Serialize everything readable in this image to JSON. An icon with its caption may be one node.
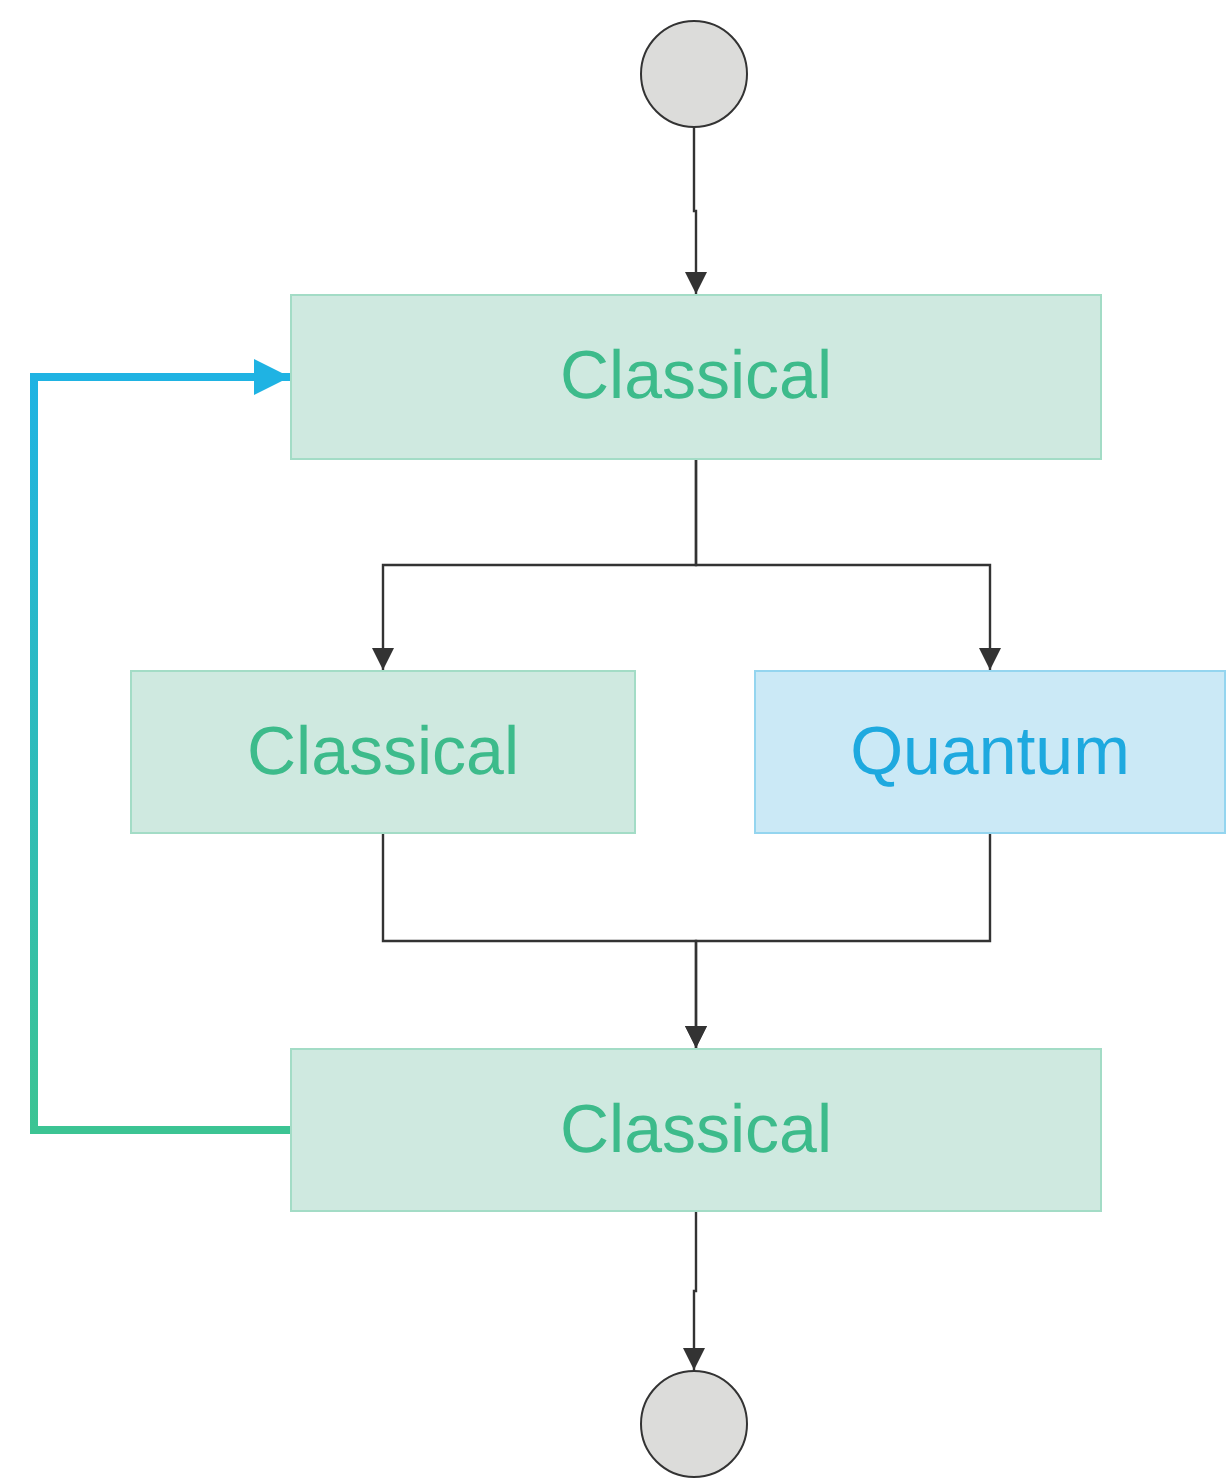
{
  "diagram": {
    "nodes": [
      {
        "text": [],
        "shape": "circle"
      },
      {
        "text": [
          "Classical"
        ]
      },
      {
        "text": [
          "Classical"
        ]
      },
      {
        "text": [
          "Quantum"
        ]
      },
      {
        "text": [
          "Classical"
        ]
      },
      {
        "text": [],
        "shape": "circle"
      }
    ],
    "edges": [
      {
        "from": 0,
        "to": 1,
        "arrow": "to"
      },
      {
        "from": 1,
        "to": 2,
        "arrow": "to"
      },
      {
        "from": 1,
        "to": 3,
        "arrow": "to"
      },
      {
        "from": 2,
        "to": 4,
        "arrow": "to"
      },
      {
        "from": 3,
        "to": 4,
        "arrow": "to"
      },
      {
        "from": 4,
        "to": 1,
        "arrow": "to",
        "style": "thick",
        "color": "#1fb3e3"
      },
      {
        "from": 4,
        "to": 5,
        "arrow": "to"
      }
    ]
  }
}
